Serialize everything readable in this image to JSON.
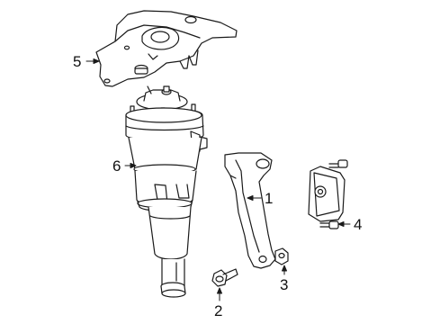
{
  "diagram": {
    "callouts": [
      {
        "id": "1",
        "label": "1"
      },
      {
        "id": "2",
        "label": "2"
      },
      {
        "id": "3",
        "label": "3"
      },
      {
        "id": "4",
        "label": "4"
      },
      {
        "id": "5",
        "label": "5"
      },
      {
        "id": "6",
        "label": "6"
      }
    ],
    "colors": {
      "line": "#1a1a1a",
      "fill": "#ffffff"
    }
  }
}
